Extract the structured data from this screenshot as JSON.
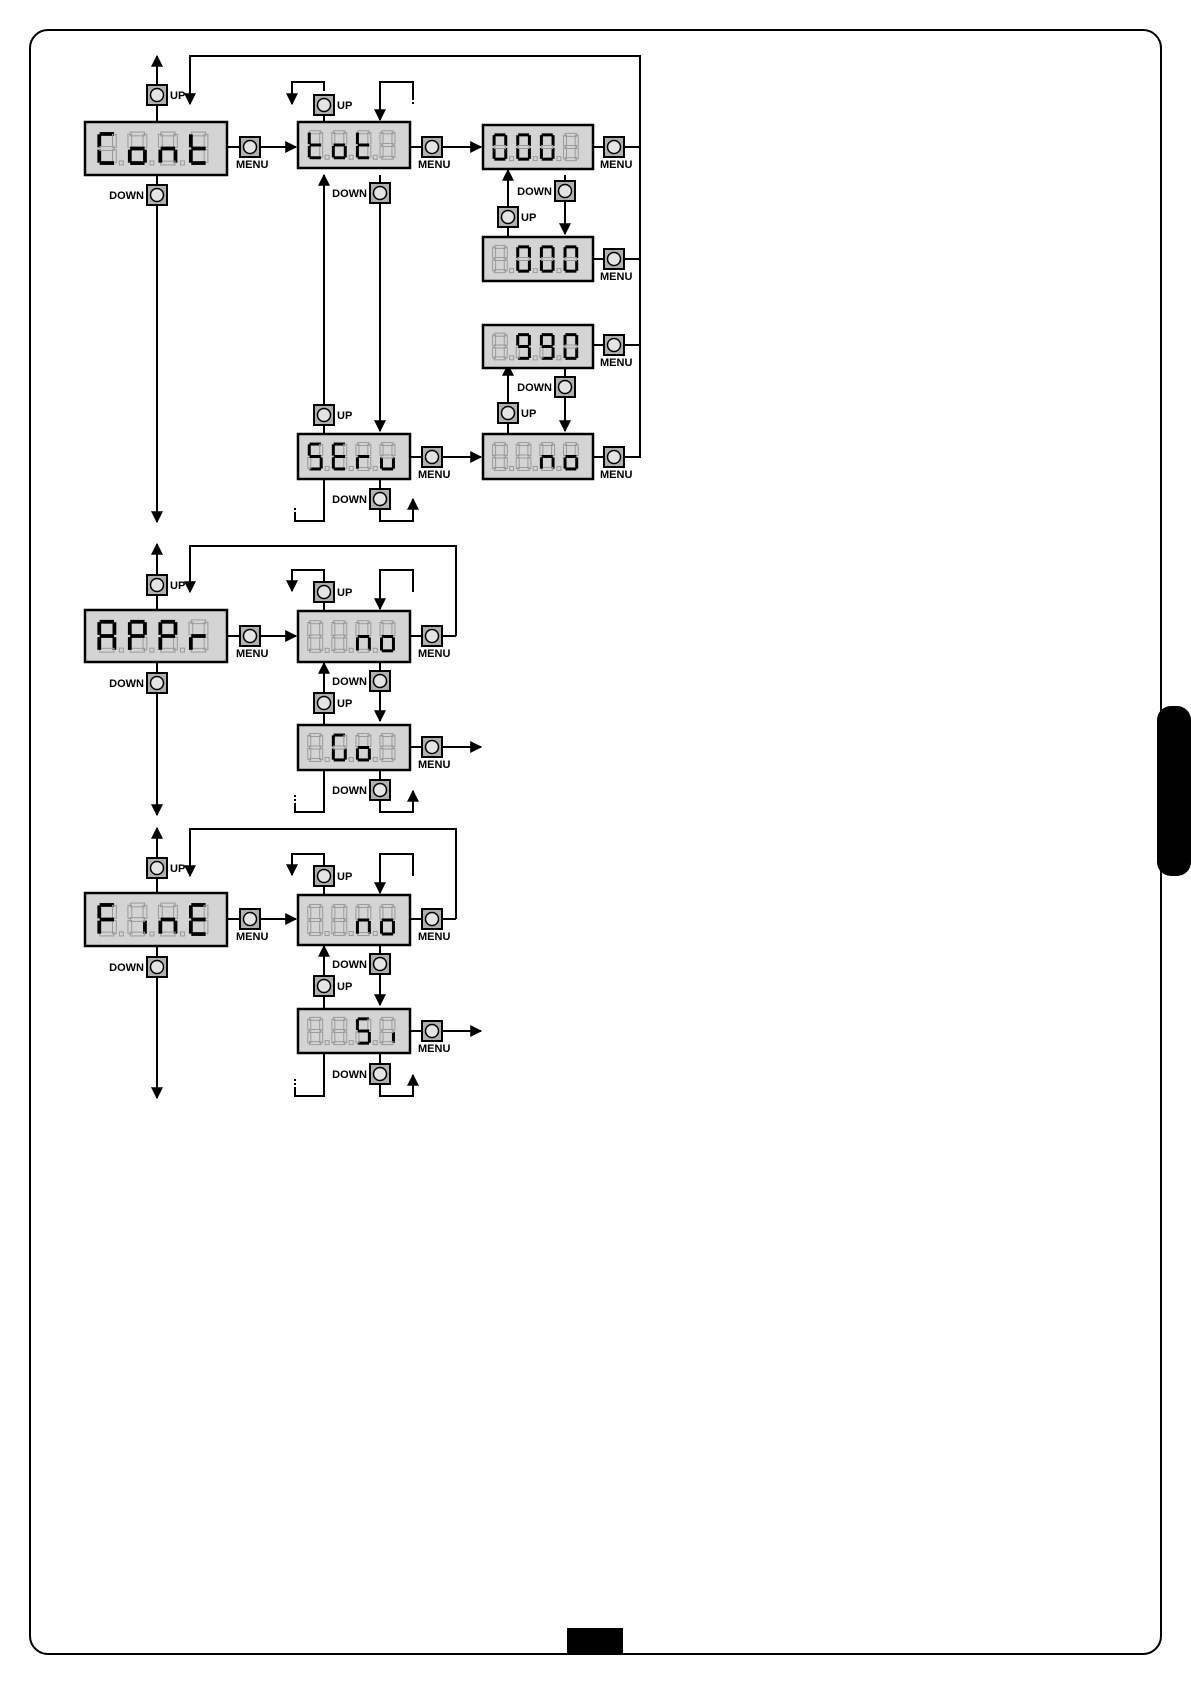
{
  "labels": {
    "up": "UP",
    "down": "DOWN",
    "menu": "MENU"
  },
  "colors": {
    "display_bg": "#d4d4d4",
    "segment_on": "#000000",
    "segment_off": "#9a9a9a",
    "button": "#b0b0b0",
    "ink": "#000000"
  },
  "menus": [
    {
      "id": "cont",
      "display": [
        "C",
        "o",
        "n",
        "t"
      ],
      "sub": {
        "tot": {
          "display": [
            "t",
            "o",
            "t",
            "8"
          ],
          "lit": [
            true,
            true,
            true,
            false
          ]
        },
        "serv": {
          "display": [
            "S",
            "E",
            "r",
            "u"
          ],
          "lit": [
            true,
            true,
            true,
            true
          ]
        },
        "count": {
          "display": [
            "0",
            "0",
            "0",
            "8"
          ],
          "lit": [
            true,
            true,
            true,
            false
          ]
        },
        "count_max": {
          "display": [
            "8",
            "0",
            "0",
            "0"
          ],
          "lit": [
            false,
            true,
            true,
            true
          ]
        },
        "serv_max": {
          "display": [
            "-",
            "9",
            "9",
            "0"
          ],
          "lit": [
            false,
            true,
            true,
            true
          ]
        },
        "serv_no": {
          "display": [
            "8",
            "8",
            "n",
            "o"
          ],
          "lit": [
            false,
            false,
            true,
            true
          ]
        }
      }
    },
    {
      "id": "appr",
      "display": [
        "A",
        "P",
        "P",
        "r"
      ],
      "sub": {
        "no": {
          "display": [
            "8",
            "8",
            "n",
            "o"
          ],
          "lit": [
            false,
            false,
            true,
            true
          ]
        },
        "go": {
          "display": [
            "8",
            "G",
            "o",
            "8"
          ],
          "lit": [
            false,
            true,
            true,
            false
          ]
        }
      }
    },
    {
      "id": "fine",
      "display": [
        "F",
        "i",
        "n",
        "E"
      ],
      "sub": {
        "no": {
          "display": [
            "8",
            "8",
            "n",
            "o"
          ],
          "lit": [
            false,
            false,
            true,
            true
          ]
        },
        "si": {
          "display": [
            "8",
            "8",
            "S",
            "i"
          ],
          "lit": [
            false,
            false,
            true,
            true
          ]
        }
      }
    }
  ]
}
